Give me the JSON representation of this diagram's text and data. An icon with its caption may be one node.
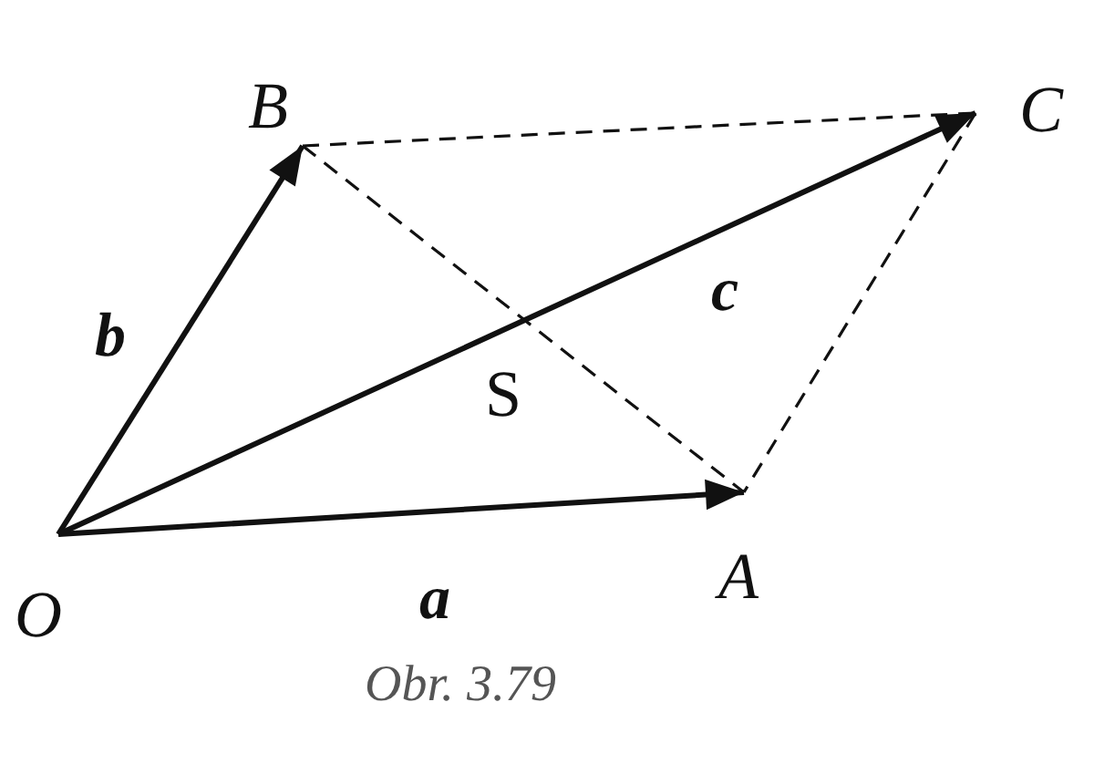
{
  "diagram": {
    "caption": "Obr. 3.79",
    "nodes": [
      {
        "text": [
          "O"
        ]
      },
      {
        "text": [
          "A"
        ]
      },
      {
        "text": [
          "B"
        ]
      },
      {
        "text": [
          "C"
        ]
      }
    ],
    "edges": [
      {
        "from": 0,
        "to": 1,
        "arrow": "to",
        "label": "a"
      },
      {
        "from": 0,
        "to": 2,
        "arrow": "to",
        "label": "b"
      },
      {
        "from": 0,
        "to": 3,
        "arrow": "to",
        "label": "c"
      },
      {
        "from": 2,
        "to": 3,
        "arrow": "none",
        "style": "dashed"
      },
      {
        "from": 3,
        "to": 1,
        "arrow": "none",
        "style": "dashed"
      },
      {
        "from": 2,
        "to": 1,
        "arrow": "none",
        "style": "dashed"
      }
    ],
    "labels": [
      "S"
    ]
  }
}
